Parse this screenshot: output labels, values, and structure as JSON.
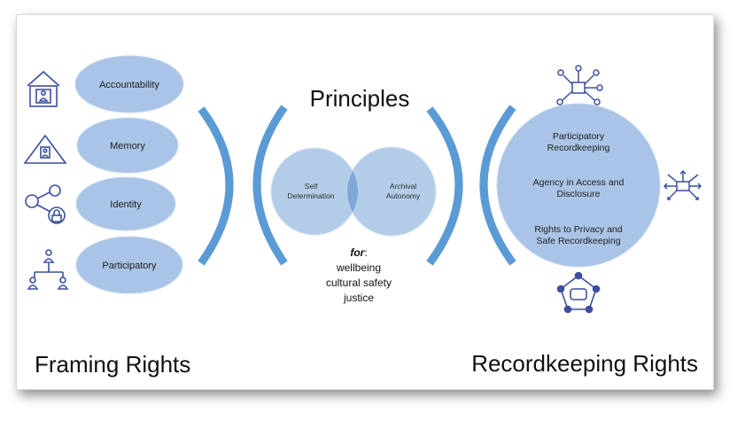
{
  "title": "Principles",
  "framing": {
    "heading": "Framing Rights",
    "items": [
      "Accountability",
      "Memory",
      "Identity",
      "Participatory"
    ]
  },
  "venn": {
    "left": [
      "Self",
      "Determination"
    ],
    "right": [
      "Archival",
      "Autonomy"
    ]
  },
  "purposes": {
    "lead": "for",
    "colon": ":",
    "items": [
      "wellbeing",
      "cultural safety",
      "justice"
    ]
  },
  "recordkeeping": {
    "heading": "Recordkeeping Rights",
    "items": [
      [
        "Participatory",
        "Recordkeeping"
      ],
      [
        "Agency in Access and",
        "Disclosure"
      ],
      [
        "Rights to Privacy and",
        "Safe Recordkeeping"
      ]
    ]
  },
  "icons": {
    "framing": [
      "house-person-icon",
      "triangle-person-icon",
      "share-lock-icon",
      "people-network-icon"
    ],
    "recordkeeping": [
      "network-hub-icon",
      "expand-arrows-icon",
      "pentagon-network-icon"
    ]
  },
  "colors": {
    "ellipse_fill": "#a9c4e6",
    "circle_fill": "#b3cde9",
    "overlap_fill": "#7ea6d6",
    "bracket": "#5b9bd5",
    "icon_stroke": "#3b4fa0"
  }
}
